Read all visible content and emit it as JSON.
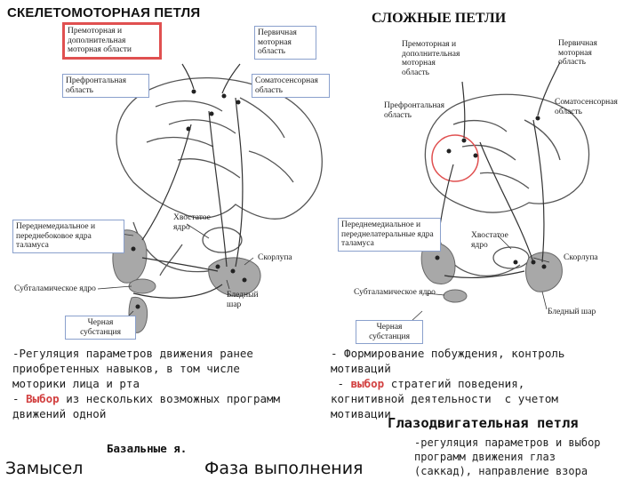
{
  "left_diagram": {
    "title": "СКЕЛЕТОМОТОРНАЯ ПЕТЛЯ",
    "labels": {
      "premotor": "Премоторная и дополнительная моторная области",
      "primary_motor": "Первичная моторная область",
      "prefrontal": "Префронтальная область",
      "somatosensory": "Соматосенсорная область",
      "caudate": "Хвостатое ядро",
      "thalamus": "Переднемедиальное и переднебоковое ядра таламуса",
      "putamen": "Скорлупа",
      "subthalamic": "Субталамическое ядро",
      "pallidus": "Бледный шар",
      "nigra": "Черная субстанция"
    },
    "description": [
      "-Регуляция параметров движения ранее",
      "приобретенных навыков, в том числе",
      "моторики лица и рта",
      "- Выбор из нескольких возможных программ",
      "движений одной"
    ]
  },
  "right_diagram": {
    "title": "СЛОЖНЫЕ ПЕТЛИ",
    "labels": {
      "premotor": "Премоторная и дополнительная моторная область",
      "primary_motor": "Первичная моторная область",
      "prefrontal": "Префронтальная область",
      "somatosensory": "Соматосенсорная область",
      "caudate": "Хвостатое ядро",
      "thalamus": "Переднемедиальное и переднелатеральные ядра таламуса",
      "putamen": "Скорлупа",
      "subthalamic": "Субталамическое ядро",
      "pallidus": "Бледный шар",
      "nigra": "Черная субстанция"
    },
    "description": [
      "- Формирование побуждения, контроль",
      "мотиваций",
      " - выбор стратегий поведения,",
      "когнитивной деятельности  с учетом",
      "мотивации"
    ]
  },
  "bottom": {
    "intent": "Замысел",
    "basal": "Базальные я.",
    "execution": "Фаза выполнения",
    "oculomotor_title": "Глазодвигательная  петля",
    "oculomotor_desc": [
      "-регуляция параметров и выбор",
      "программ движения глаз",
      "(саккад), направление взора"
    ]
  },
  "colors": {
    "highlight_red": "#e05050",
    "emphasis_red": "#d24040",
    "label_border": "#8aa0cc"
  }
}
